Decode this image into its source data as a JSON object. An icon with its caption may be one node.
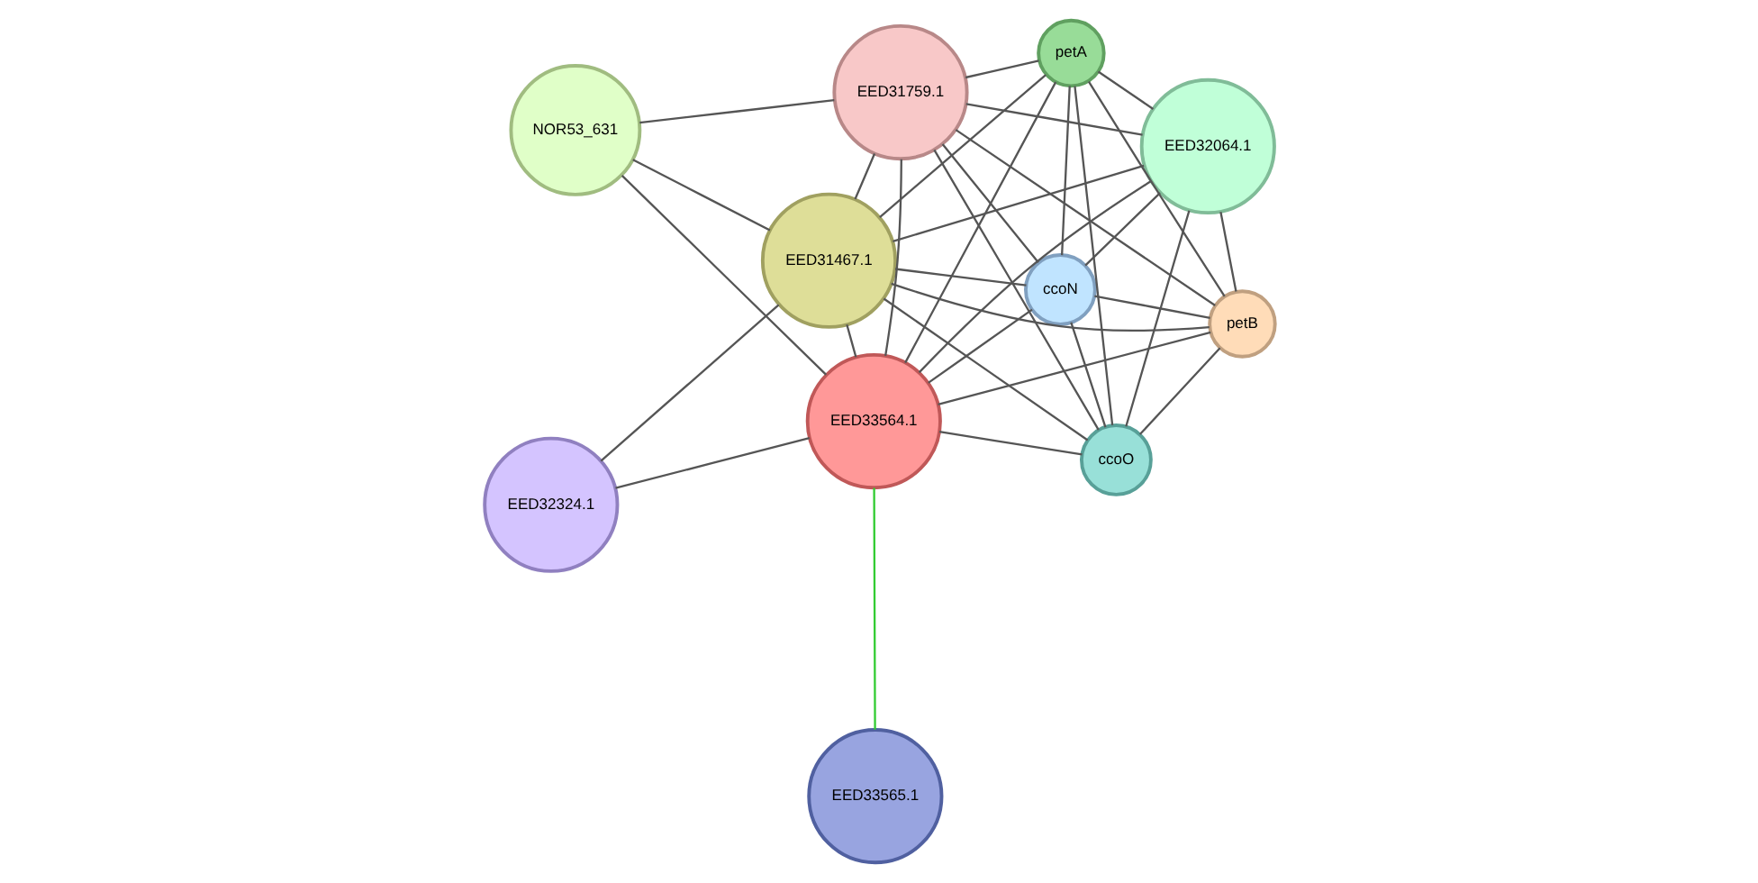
{
  "diagram": {
    "nodes": [
      {
        "text": [
          "NOR53_631"
        ]
      },
      {
        "text": [
          "EED31759.1"
        ]
      },
      {
        "text": [
          "ccoO"
        ]
      },
      {
        "text": [
          "EED31467.1"
        ]
      },
      {
        "text": [
          "EED32064.1"
        ]
      },
      {
        "text": [
          "petA"
        ]
      },
      {
        "text": [
          "EED32324.1"
        ]
      },
      {
        "text": [
          "EED33564.1"
        ]
      },
      {
        "text": [
          "ccoN"
        ]
      },
      {
        "text": [
          "petB"
        ]
      },
      {
        "text": [
          "EED33565.1"
        ]
      }
    ],
    "edges": [
      {
        "from": 0,
        "to": 1,
        "arrow": "none"
      },
      {
        "from": 0,
        "to": 3,
        "arrow": "none"
      },
      {
        "from": 0,
        "to": 7,
        "arrow": "none"
      },
      {
        "from": 1,
        "to": 2,
        "arrow": "none"
      },
      {
        "from": 1,
        "to": 3,
        "arrow": "none"
      },
      {
        "from": 1,
        "to": 4,
        "arrow": "none"
      },
      {
        "from": 1,
        "to": 5,
        "arrow": "none"
      },
      {
        "from": 1,
        "to": 7,
        "arrow": "none"
      },
      {
        "from": 1,
        "to": 8,
        "arrow": "none"
      },
      {
        "from": 1,
        "to": 9,
        "arrow": "none"
      },
      {
        "from": 2,
        "to": 3,
        "arrow": "none"
      },
      {
        "from": 2,
        "to": 4,
        "arrow": "none"
      },
      {
        "from": 2,
        "to": 5,
        "arrow": "none"
      },
      {
        "from": 2,
        "to": 7,
        "arrow": "none"
      },
      {
        "from": 2,
        "to": 8,
        "arrow": "none"
      },
      {
        "from": 2,
        "to": 9,
        "arrow": "none"
      },
      {
        "from": 3,
        "to": 4,
        "arrow": "none"
      },
      {
        "from": 3,
        "to": 5,
        "arrow": "none"
      },
      {
        "from": 3,
        "to": 6,
        "arrow": "none"
      },
      {
        "from": 3,
        "to": 7,
        "arrow": "none"
      },
      {
        "from": 3,
        "to": 8,
        "arrow": "none"
      },
      {
        "from": 3,
        "to": 9,
        "arrow": "none"
      },
      {
        "from": 4,
        "to": 5,
        "arrow": "none"
      },
      {
        "from": 4,
        "to": 7,
        "arrow": "none"
      },
      {
        "from": 4,
        "to": 8,
        "arrow": "none"
      },
      {
        "from": 4,
        "to": 9,
        "arrow": "none"
      },
      {
        "from": 5,
        "to": 7,
        "arrow": "none"
      },
      {
        "from": 5,
        "to": 8,
        "arrow": "none"
      },
      {
        "from": 5,
        "to": 9,
        "arrow": "none"
      },
      {
        "from": 6,
        "to": 7,
        "arrow": "none"
      },
      {
        "from": 7,
        "to": 8,
        "arrow": "none"
      },
      {
        "from": 7,
        "to": 9,
        "arrow": "none"
      },
      {
        "from": 7,
        "to": 10,
        "arrow": "none",
        "color": "#33cc33"
      },
      {
        "from": 8,
        "to": 9,
        "arrow": "none"
      }
    ]
  }
}
